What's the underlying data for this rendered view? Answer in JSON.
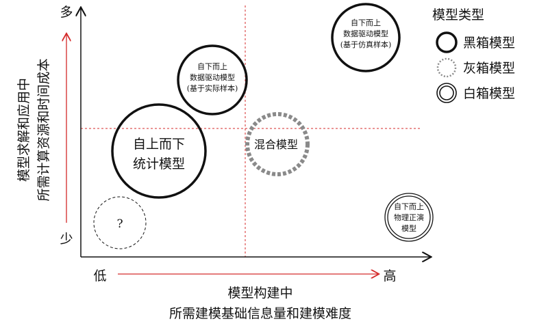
{
  "axes": {
    "y_title_lines": [
      "模型求解和应用中",
      "所需计算资源和时间成本"
    ],
    "y_high": "多",
    "y_low": "少",
    "x_low": "低",
    "x_high": "高",
    "x_title_lines": [
      "模型构建中",
      "所需建模基础信息量和建模难度"
    ]
  },
  "legend": {
    "title": "模型类型",
    "items": [
      {
        "label": "黑箱模型",
        "style": "solid"
      },
      {
        "label": "灰箱模型",
        "style": "dotted"
      },
      {
        "label": "白箱模型",
        "style": "double"
      }
    ]
  },
  "models": [
    {
      "id": "topdown-statistical",
      "lines": [
        "自上而下",
        "统计模型"
      ],
      "style": "black-box"
    },
    {
      "id": "bottomup-data-real",
      "lines": [
        "自下而上",
        "数据驱动模型",
        "(基于实际样本)"
      ],
      "style": "black-box"
    },
    {
      "id": "bottomup-data-sim",
      "lines": [
        "自下而上",
        "数据驱动模型",
        "(基于仿真样本)"
      ],
      "style": "black-box"
    },
    {
      "id": "hybrid",
      "lines": [
        "混合模型"
      ],
      "style": "gray-box"
    },
    {
      "id": "bottomup-physical",
      "lines": [
        "自下而上",
        "物理正演",
        "模型"
      ],
      "style": "white-box"
    },
    {
      "id": "unknown",
      "lines": [
        "?"
      ],
      "style": "unknown"
    }
  ],
  "colors": {
    "axis": "#111111",
    "red_accent": "#d42a2a",
    "gray_box": "#8a8a8a"
  }
}
